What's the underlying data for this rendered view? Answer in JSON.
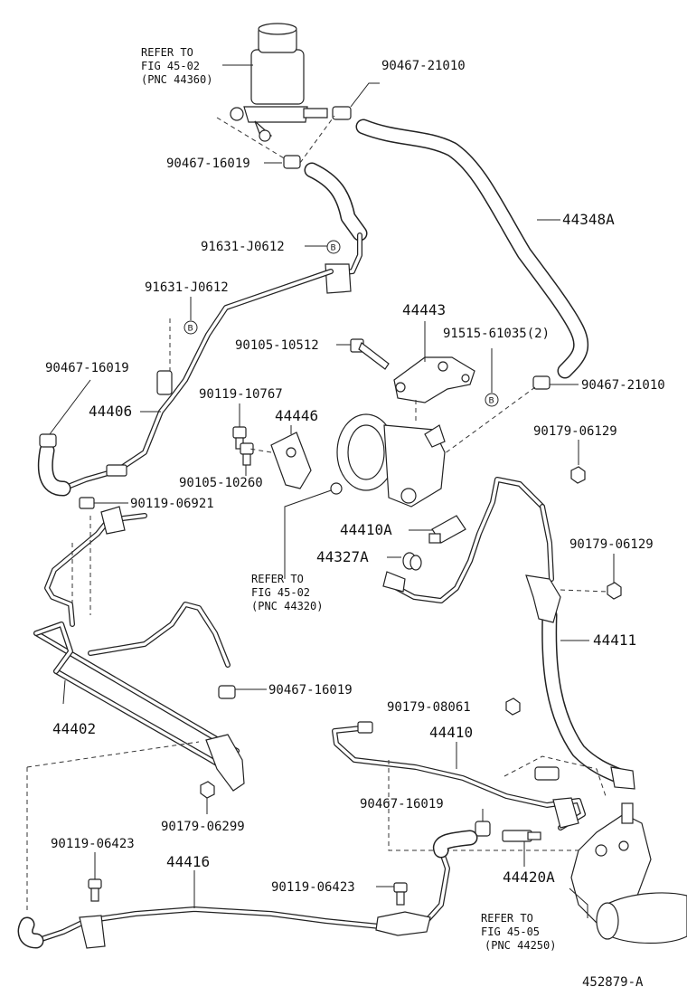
{
  "refs": {
    "reservoir": [
      "REFER TO",
      "FIG 45-02",
      "(PNC 44360)"
    ],
    "pump": [
      "REFER TO",
      "FIG 45-02",
      "(PNC 44320)"
    ],
    "gear": [
      "REFER TO",
      "FIG 45-05",
      "(PNC 44250)"
    ]
  },
  "parts": {
    "p90467_21010_top": "90467-21010",
    "p90467_16019_a": "90467-16019",
    "p44348A": "44348A",
    "p91631_J0612_a": "91631-J0612",
    "p91631_J0612_b": "91631-J0612",
    "p44443": "44443",
    "p90105_10512": "90105-10512",
    "p91515_61035": "91515-61035(2)",
    "p90467_16019_b": "90467-16019",
    "p90467_21010_mid": "90467-21010",
    "p44406": "44406",
    "p90119_10767": "90119-10767",
    "p44446": "44446",
    "p90179_06129_a": "90179-06129",
    "p90105_10260": "90105-10260",
    "p90119_06921": "90119-06921",
    "p44410A": "44410A",
    "p44327A": "44327A",
    "p90179_06129_b": "90179-06129",
    "p44411": "44411",
    "p90467_16019_c": "90467-16019",
    "p44402": "44402",
    "p90179_08061": "90179-08061",
    "p44410": "44410",
    "p90179_06299": "90179-06299",
    "p90467_16019_d": "90467-16019",
    "p90119_06423_a": "90119-06423",
    "p44416": "44416",
    "p90119_06423_b": "90119-06423",
    "p44420A": "44420A"
  },
  "bolt_mark": "B",
  "figure_id": "452879-A"
}
